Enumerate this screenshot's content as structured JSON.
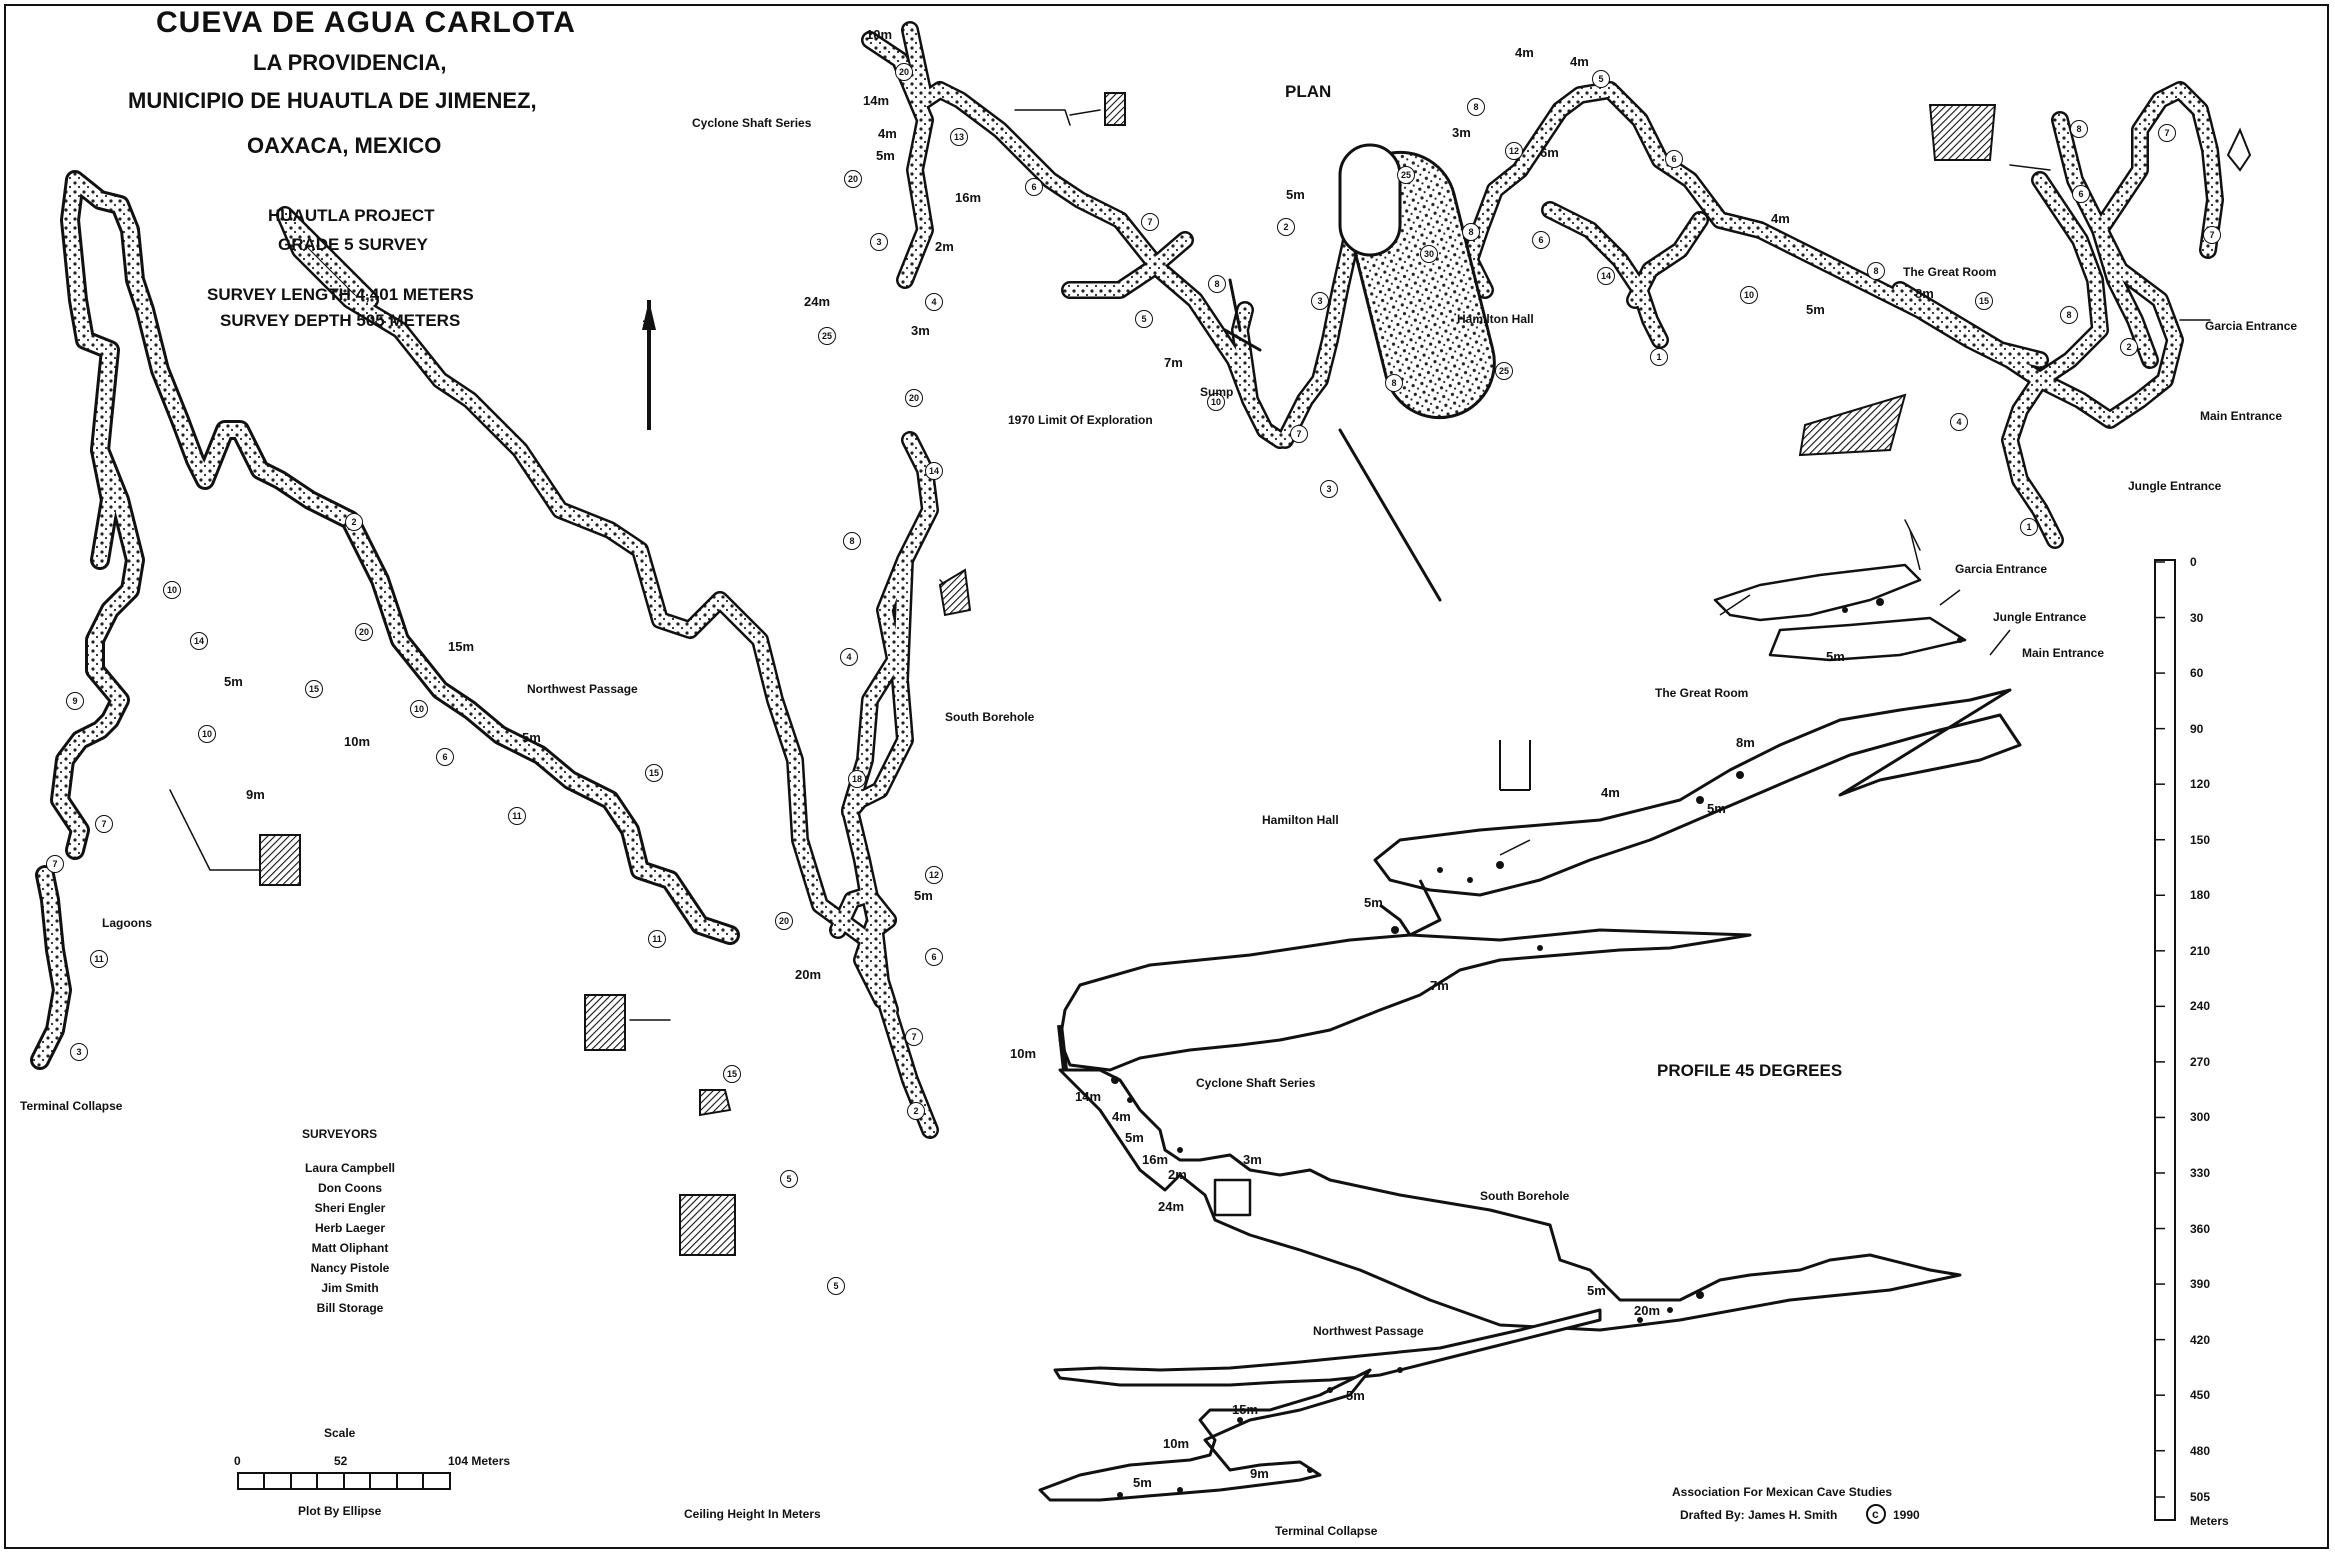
{
  "title": {
    "line1": "CUEVA DE AGUA CARLOTA",
    "line2": "LA PROVIDENCIA,",
    "line3": "MUNICIPIO DE HUAUTLA DE JIMENEZ,",
    "line4": "OAXACA, MEXICO"
  },
  "project": {
    "name": "HUAUTLA PROJECT",
    "grade": "GRADE 5 SURVEY",
    "length": "SURVEY LENGTH 4,401 METERS",
    "depth": "SURVEY DEPTH 505 METERS"
  },
  "north_arrow": {
    "letter": "N"
  },
  "plan": {
    "title": "PLAN",
    "labels": {
      "cyclone": "Cyclone Shaft Series",
      "sump": "Sump",
      "limit1970": "1970 Limit Of Exploration",
      "hamilton": "Hamilton Hall",
      "great_room": "The Great Room",
      "garcia": "Garcia Entrance",
      "main": "Main Entrance",
      "jungle": "Jungle Entrance",
      "northwest": "Northwest Passage",
      "south_borehole": "South Borehole",
      "lagoons": "Lagoons",
      "terminal": "Terminal Collapse"
    },
    "ceiling_marks": [
      "10m",
      "14m",
      "4m",
      "5m",
      "16m",
      "2m",
      "24m",
      "3m",
      "7m",
      "5m",
      "4m",
      "4m",
      "3m",
      "6m",
      "4m",
      "5m",
      "8m",
      "15m",
      "5m",
      "10m",
      "9m",
      "5m",
      "20m",
      "5m"
    ]
  },
  "profile": {
    "title": "PROFILE 45 DEGREES",
    "labels": {
      "garcia": "Garcia Entrance",
      "jungle": "Jungle Entrance",
      "main": "Main Entrance",
      "great_room": "The Great Room",
      "hamilton": "Hamilton Hall",
      "cyclone": "Cyclone Shaft Series",
      "south_borehole": "South Borehole",
      "northwest": "Northwest Passage",
      "terminal": "Terminal Collapse"
    },
    "marks": [
      "5m",
      "8m",
      "4m",
      "5m",
      "5m",
      "7m",
      "10m",
      "14m",
      "4m",
      "5m",
      "16m",
      "2m",
      "3m",
      "24m",
      "5m",
      "20m",
      "15m",
      "5m",
      "10m",
      "5m",
      "9m"
    ],
    "depth_scale": {
      "ticks": [
        0,
        30,
        60,
        90,
        120,
        150,
        180,
        210,
        240,
        270,
        300,
        330,
        360,
        390,
        420,
        450,
        480,
        505
      ],
      "unit": "Meters"
    }
  },
  "surveyors": {
    "heading": "SURVEYORS",
    "names": [
      "Laura Campbell",
      "Don Coons",
      "Sheri Engler",
      "Herb Laeger",
      "Matt Oliphant",
      "Nancy Pistole",
      "Jim Smith",
      "Bill Storage"
    ]
  },
  "scale": {
    "title": "Scale",
    "labels": [
      "0",
      "52",
      "104 Meters"
    ],
    "note": "Plot By Ellipse"
  },
  "ceiling_note": "Ceiling Height In Meters",
  "credits": {
    "org": "Association For Mexican Cave Studies",
    "drafted": "Drafted By: James H. Smith",
    "year": "1990",
    "copyright_mark": "c"
  }
}
